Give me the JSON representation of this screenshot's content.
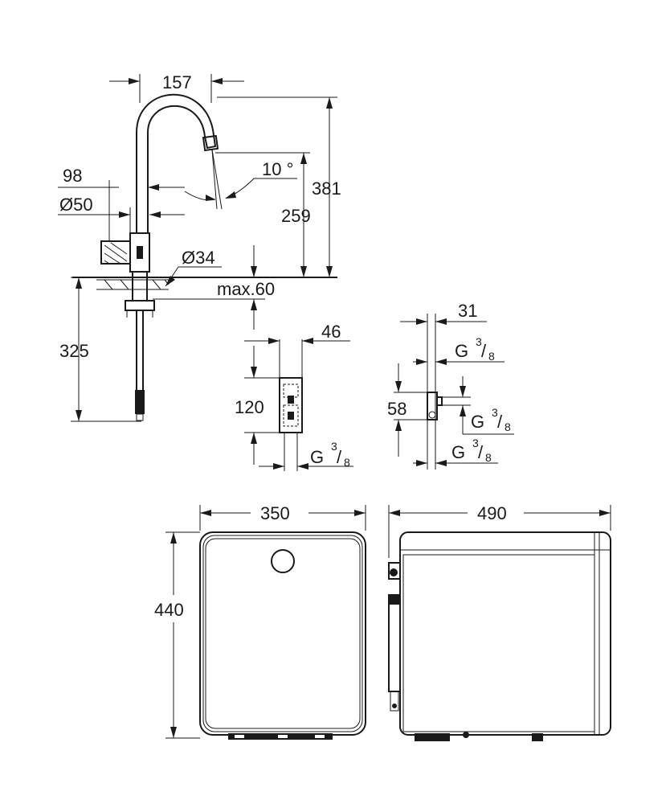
{
  "faucet": {
    "width_157": "157",
    "total_height_381": "381",
    "spout_height_259": "259",
    "angle_10": "10 °",
    "reach_98": "98",
    "body_diameter": "Ø50",
    "hole_diameter": "Ø34",
    "deck_thickness": "max.60",
    "hose_length_325": "325"
  },
  "connector_front": {
    "width_46": "46",
    "height_120": "120",
    "thread_letter": "G",
    "thread_num": "3",
    "thread_den": "8"
  },
  "connector_side": {
    "width_31": "31",
    "height_58": "58",
    "thread_letter": "G",
    "thread_num": "3",
    "thread_den": "8"
  },
  "chiller": {
    "width_350": "350",
    "depth_490": "490",
    "height_440": "440"
  },
  "colors": {
    "line": "#1a1a1a",
    "fill_dark": "#444444",
    "background": "#ffffff"
  }
}
